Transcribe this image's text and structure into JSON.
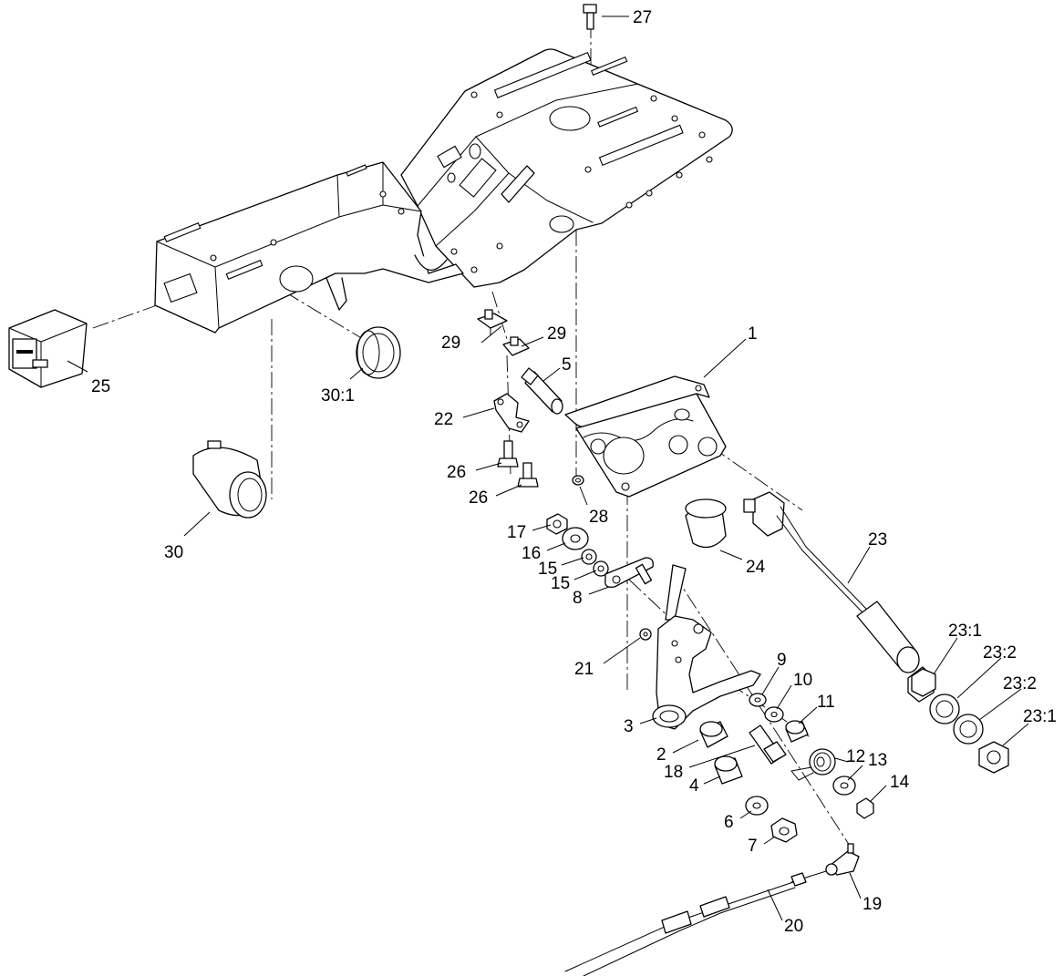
{
  "diagram": {
    "callouts": {
      "c1": "1",
      "c2": "2",
      "c3": "3",
      "c4": "4",
      "c5": "5",
      "c6": "6",
      "c7": "7",
      "c8": "8",
      "c9": "9",
      "c10": "10",
      "c11": "11",
      "c12": "12",
      "c13": "13",
      "c14": "14",
      "c15a": "15",
      "c15b": "15",
      "c16": "16",
      "c17": "17",
      "c18": "18",
      "c19": "19",
      "c20": "20",
      "c21": "21",
      "c22": "22",
      "c23": "23",
      "c23_1a": "23:1",
      "c23_2a": "23:2",
      "c23_2b": "23:2",
      "c23_1b": "23:1",
      "c24": "24",
      "c25": "25",
      "c26a": "26",
      "c26b": "26",
      "c27": "27",
      "c28": "28",
      "c29a": "29",
      "c29b": "29",
      "c30": "30",
      "c30_1": "30:1"
    }
  }
}
